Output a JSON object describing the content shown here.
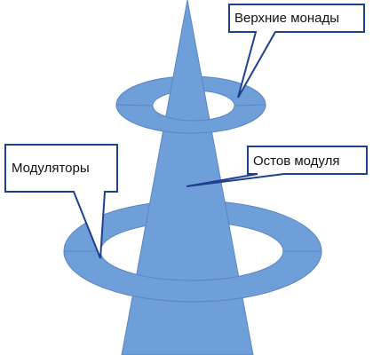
{
  "diagram": {
    "labels": {
      "upper_monads": "Верхние монады",
      "module_core": "Остов модуля",
      "modulators": "Модуляторы"
    },
    "colors": {
      "shape_fill": "#6f9fd9",
      "shape_stroke": "#5a86c2",
      "callout_stroke": "#1f3f8f",
      "callout_fill": "#ffffff",
      "background": "#ffffff"
    }
  }
}
